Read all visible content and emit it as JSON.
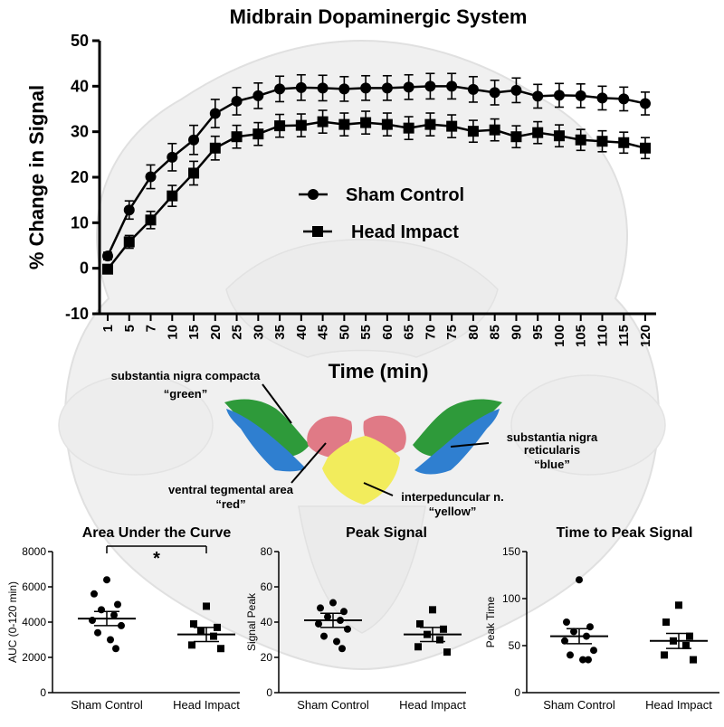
{
  "chart_data": [
    {
      "type": "line",
      "title": "Midbrain Dopaminergic System",
      "xlabel": "Time (min)",
      "ylabel": "% Change in Signal",
      "ylim": [
        -10,
        50
      ],
      "yticks": [
        -10,
        0,
        10,
        20,
        30,
        40,
        50
      ],
      "x": [
        "1",
        "5",
        "7",
        "10",
        "15",
        "20",
        "25",
        "30",
        "35",
        "40",
        "45",
        "50",
        "55",
        "60",
        "65",
        "70",
        "75",
        "80",
        "85",
        "90",
        "95",
        "100",
        "105",
        "110",
        "115",
        "120"
      ],
      "legend_position": "center",
      "series": [
        {
          "name": "Sham Control",
          "marker": "circle",
          "values": [
            2.7,
            12.8,
            20.1,
            24.4,
            28.2,
            34.0,
            36.7,
            37.9,
            39.4,
            39.7,
            39.6,
            39.4,
            39.6,
            39.6,
            39.8,
            40.0,
            40.0,
            39.3,
            38.6,
            39.1,
            37.8,
            38.0,
            37.9,
            37.4,
            37.2,
            36.2
          ],
          "errors": [
            0.8,
            2.0,
            2.6,
            3.0,
            3.2,
            3.1,
            3.0,
            2.8,
            2.8,
            2.8,
            2.8,
            2.7,
            2.7,
            2.7,
            2.7,
            2.8,
            2.8,
            2.8,
            2.7,
            2.7,
            2.6,
            2.6,
            2.6,
            2.6,
            2.6,
            2.5
          ]
        },
        {
          "name": "Head Impact",
          "marker": "square",
          "values": [
            -0.2,
            5.8,
            10.6,
            15.9,
            20.9,
            26.4,
            28.9,
            29.5,
            31.3,
            31.4,
            32.2,
            31.6,
            32.0,
            31.6,
            30.8,
            31.6,
            31.2,
            30.1,
            30.4,
            28.9,
            29.8,
            29.1,
            28.2,
            27.9,
            27.6,
            26.4
          ],
          "errors": [
            0.6,
            1.4,
            1.9,
            2.3,
            2.6,
            2.6,
            2.5,
            2.5,
            2.5,
            2.5,
            2.5,
            2.5,
            2.5,
            2.5,
            2.5,
            2.5,
            2.5,
            2.4,
            2.4,
            2.4,
            2.4,
            2.4,
            2.3,
            2.3,
            2.3,
            2.3
          ]
        }
      ]
    },
    {
      "type": "scatter",
      "title": "Area Under the Curve",
      "ylabel": "AUC (0-120 min)",
      "ylim": [
        0,
        8000
      ],
      "yticks": [
        0,
        2000,
        4000,
        6000,
        8000
      ],
      "categories": [
        "Sham Control",
        "Head Impact"
      ],
      "significance": "*",
      "series": [
        {
          "name": "Sham Control",
          "marker": "circle",
          "mean": 4200,
          "sem": 400,
          "points": [
            6400,
            5600,
            5000,
            4700,
            4400,
            4100,
            3800,
            3400,
            3000,
            2500
          ]
        },
        {
          "name": "Head Impact",
          "marker": "square",
          "mean": 3300,
          "sem": 400,
          "points": [
            4900,
            3900,
            3700,
            3500,
            3200,
            2700,
            2500
          ]
        }
      ]
    },
    {
      "type": "scatter",
      "title": "Peak Signal",
      "ylabel": "Signal Peak",
      "ylim": [
        0,
        80
      ],
      "yticks": [
        0,
        20,
        40,
        60,
        80
      ],
      "categories": [
        "Sham Control",
        "Head Impact"
      ],
      "series": [
        {
          "name": "Sham Control",
          "marker": "circle",
          "mean": 41,
          "sem": 4,
          "points": [
            51,
            48,
            46,
            43,
            41,
            39,
            36,
            32,
            29,
            25
          ]
        },
        {
          "name": "Head Impact",
          "marker": "square",
          "mean": 33,
          "sem": 4,
          "points": [
            47,
            39,
            36,
            33,
            30,
            26,
            23
          ]
        }
      ]
    },
    {
      "type": "scatter",
      "title": "Time to Peak Signal",
      "ylabel": "Peak Time",
      "ylim": [
        0,
        150
      ],
      "yticks": [
        0,
        50,
        100,
        150
      ],
      "categories": [
        "Sham Control",
        "Head Impact"
      ],
      "series": [
        {
          "name": "Sham Control",
          "marker": "circle",
          "mean": 60,
          "sem": 8,
          "points": [
            120,
            75,
            70,
            65,
            60,
            55,
            45,
            40,
            35,
            35
          ]
        },
        {
          "name": "Head Impact",
          "marker": "square",
          "mean": 55,
          "sem": 8,
          "points": [
            93,
            75,
            60,
            55,
            50,
            40,
            35
          ]
        }
      ]
    }
  ],
  "brain_diagram": {
    "label_snc_1": "substantia nigra compacta",
    "label_snc_2": "“green”",
    "label_snr_1": "substantia nigra",
    "label_snr_2": "reticularis",
    "label_snr_3": "“blue”",
    "label_vta_1": "ventral tegmental area",
    "label_vta_2": "“red”",
    "label_ipn_1": "interpeduncular n.",
    "label_ipn_2": "“yellow”",
    "colors": {
      "green": "#2e9a3a",
      "blue": "#2f7fd0",
      "red": "#e07a86",
      "yellow": "#f2ec5c",
      "brain_gray": "#d7d7d7"
    }
  }
}
